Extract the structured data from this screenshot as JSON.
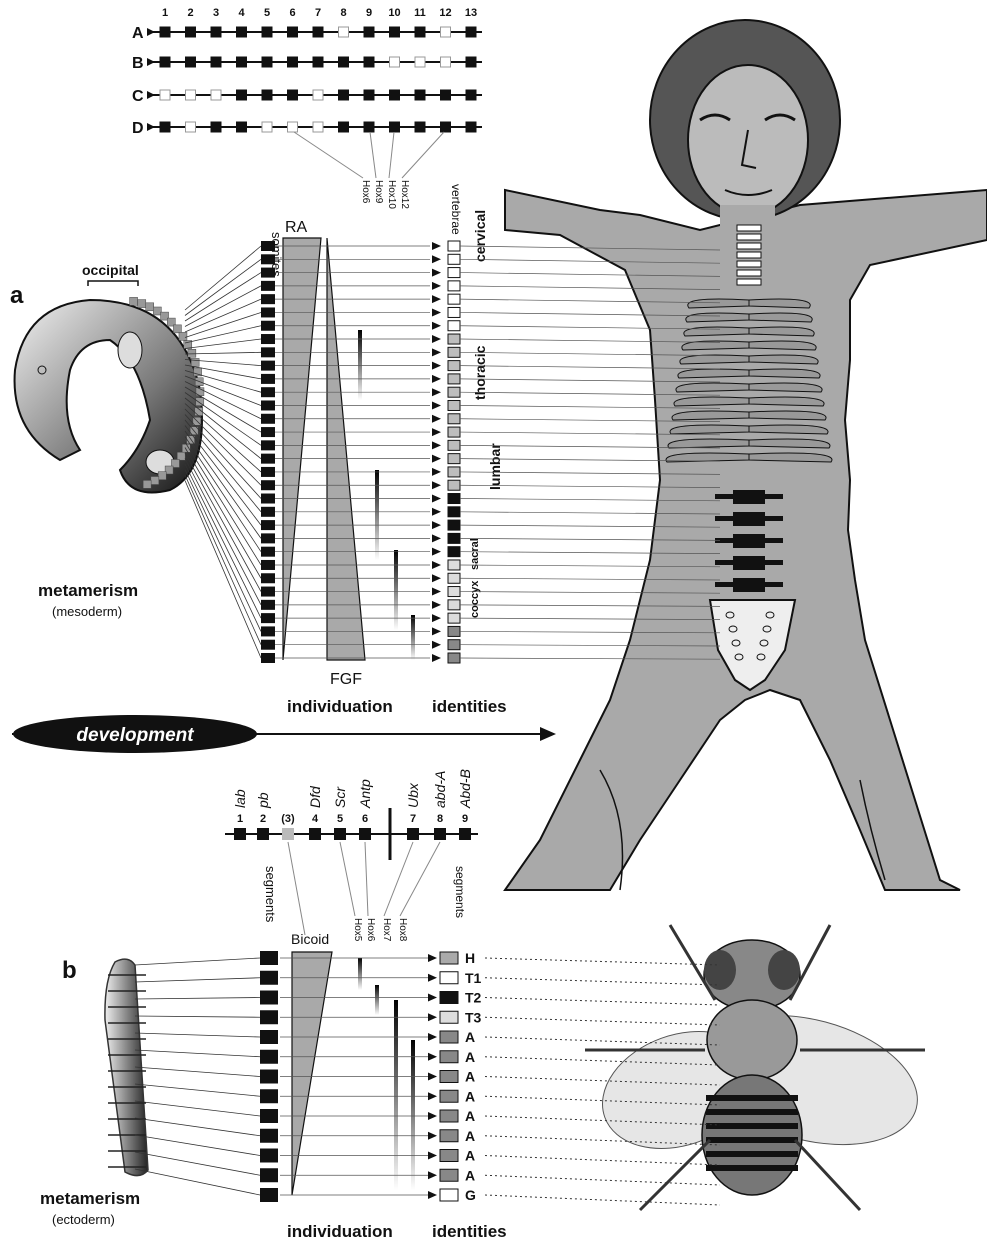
{
  "hox_clusters": {
    "numbers": [
      "1",
      "2",
      "3",
      "4",
      "5",
      "6",
      "7",
      "8",
      "9",
      "10",
      "11",
      "12",
      "13"
    ],
    "rows": [
      {
        "label": "A",
        "pattern": [
          1,
          1,
          1,
          1,
          1,
          1,
          1,
          0,
          1,
          1,
          1,
          0,
          1
        ]
      },
      {
        "label": "B",
        "pattern": [
          1,
          1,
          1,
          1,
          1,
          1,
          1,
          1,
          1,
          0,
          0,
          0,
          1
        ]
      },
      {
        "label": "C",
        "pattern": [
          0,
          0,
          0,
          1,
          1,
          1,
          0,
          1,
          1,
          1,
          1,
          1,
          1
        ]
      },
      {
        "label": "D",
        "pattern": [
          1,
          0,
          1,
          1,
          0,
          0,
          0,
          1,
          1,
          1,
          1,
          1,
          1
        ]
      }
    ],
    "gene_labels": [
      "Hox6",
      "Hox9",
      "Hox10",
      "Hox12"
    ]
  },
  "panel_a": {
    "letter": "a",
    "occipital": "occipital",
    "somites_label": "somites",
    "ra_label": "RA",
    "fgf_label": "FGF",
    "vertebrae_label": "vertebrae",
    "regions": [
      "cervical",
      "thoracic",
      "lumbar",
      "sacral",
      "coccyx"
    ],
    "metamerism": "metamerism",
    "tissue": "(mesoderm)",
    "individuation": "individuation",
    "identities": "identities"
  },
  "development": "development",
  "panel_b": {
    "letter": "b",
    "genes": [
      {
        "name": "lab",
        "num": "1"
      },
      {
        "name": "pb",
        "num": "2"
      },
      {
        "name": "",
        "num": "(3)"
      },
      {
        "name": "Dfd",
        "num": "4"
      },
      {
        "name": "Scr",
        "num": "5"
      },
      {
        "name": "Antp",
        "num": "6"
      },
      {
        "name": "Ubx",
        "num": "7"
      },
      {
        "name": "abd-A",
        "num": "8"
      },
      {
        "name": "Abd-B",
        "num": "9"
      }
    ],
    "segments_label": "segments",
    "bicoid": "Bicoid",
    "hox_labels": [
      "Hox5",
      "Hox6",
      "Hox7",
      "Hox8"
    ],
    "segments_right_label": "segments",
    "identities_list": [
      "H",
      "T1",
      "T2",
      "T3",
      "A",
      "A",
      "A",
      "A",
      "A",
      "A",
      "A",
      "A",
      "G"
    ],
    "metamerism": "metamerism",
    "tissue": "(ectoderm)",
    "individuation": "individuation",
    "identities": "identities"
  },
  "colors": {
    "gray_fill": "#a9a9a9",
    "light_gray": "#c8c8c8",
    "black": "#111111"
  }
}
